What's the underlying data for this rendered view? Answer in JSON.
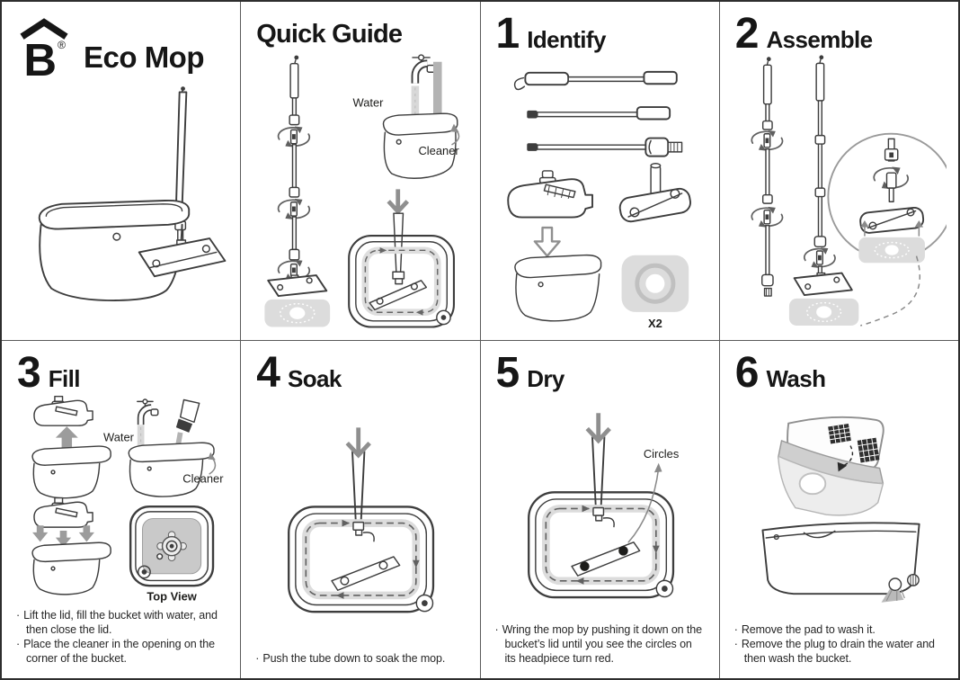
{
  "brand": {
    "logo_letter": "B",
    "registered_mark": "®",
    "product_name": "Eco Mop"
  },
  "ui": {
    "bullet": "·"
  },
  "panels": {
    "quick_guide": {
      "title": "Quick Guide",
      "water_label": "Water",
      "cleaner_label": "Cleaner"
    },
    "identify": {
      "step_number": "1",
      "title": "Identify",
      "pad_quantity_label": "X2"
    },
    "assemble": {
      "step_number": "2",
      "title": "Assemble"
    },
    "fill": {
      "step_number": "3",
      "title": "Fill",
      "water_label": "Water",
      "cleaner_label": "Cleaner",
      "top_view_label": "Top View",
      "instructions": [
        "Lift the lid, fill the bucket with water, and then close the lid.",
        "Place the cleaner in the opening on the corner of the bucket."
      ]
    },
    "soak": {
      "step_number": "4",
      "title": "Soak",
      "instructions": [
        "Push the tube down to soak the mop."
      ]
    },
    "dry": {
      "step_number": "5",
      "title": "Dry",
      "circles_label": "Circles",
      "instructions": [
        "Wring the mop by pushing it down on the bucket’s lid until you see the circles on its headpiece turn red."
      ]
    },
    "wash": {
      "step_number": "6",
      "title": "Wash",
      "instructions": [
        "Remove the pad to wash it.",
        "Remove the plug to drain the water and then wash the bucket."
      ]
    }
  },
  "colors": {
    "ink": "#1d1d1b",
    "line_gray": "#3d3d3d",
    "pad_gray": "#dcdcdc",
    "arrow_gray": "#9c9c9c",
    "divider_gray": "#5a5a5a"
  }
}
